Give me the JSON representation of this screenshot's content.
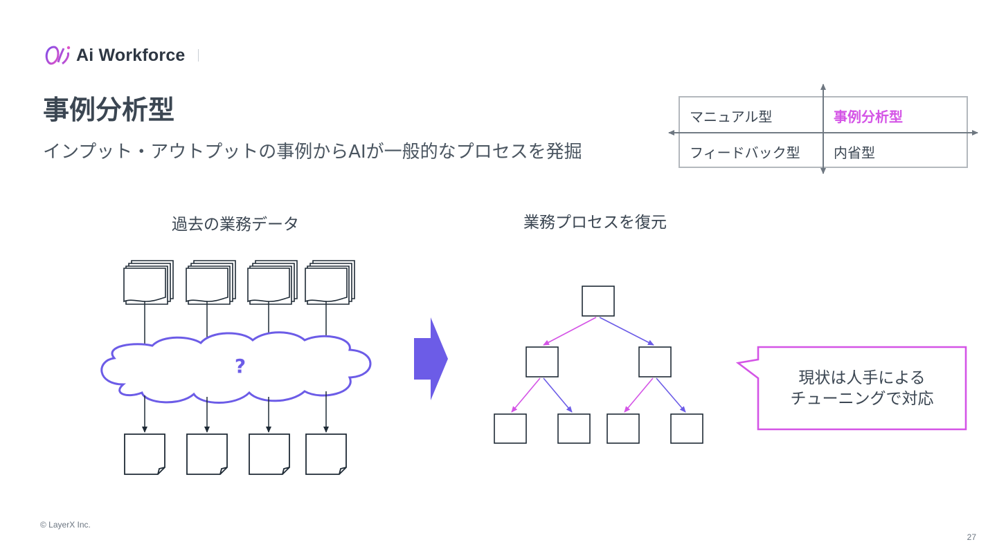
{
  "header": {
    "logo_text": "Ai Workforce",
    "title": "事例分析型",
    "subtitle": "インプット・アウトプットの事例からAIが一般的なプロセスを発掘"
  },
  "matrix": {
    "top_left": "マニュアル型",
    "top_right": "事例分析型",
    "bottom_left": "フィードバック型",
    "bottom_right": "内省型",
    "highlight_color": "#d454e6"
  },
  "left_panel": {
    "label": "過去の業務データ",
    "cloud_mark": "?"
  },
  "right_panel": {
    "label": "業務プロセスを復元"
  },
  "callout": {
    "line1": "現状は人手による",
    "line2": "チューニングで対応"
  },
  "footer": {
    "copyright": "© LayerX Inc.",
    "page_number": "27"
  },
  "colors": {
    "purple": "#6c5ce7",
    "magenta": "#d454e6",
    "ink": "#1e2a35"
  }
}
